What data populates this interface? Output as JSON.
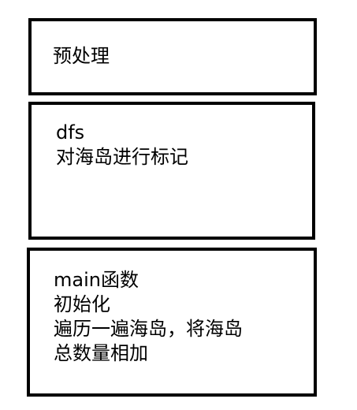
{
  "boxes": [
    {
      "lines": [
        "预处理"
      ]
    },
    {
      "lines": [
        "dfs",
        "对海岛进行标记"
      ]
    },
    {
      "lines": [
        "main函数",
        "初始化",
        "遍历一遍海岛，将海岛",
        "总数量相加"
      ]
    }
  ],
  "colors": {
    "border": "#000000",
    "text": "#000000",
    "background": "#ffffff"
  }
}
